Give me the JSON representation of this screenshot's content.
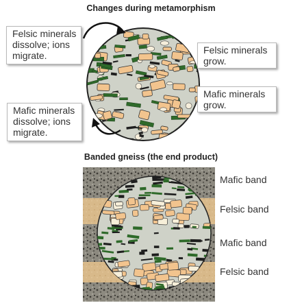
{
  "titles": {
    "top": "Changes during metamorphism",
    "bottom": "Banded gneiss (the end product)"
  },
  "callouts": {
    "felsic_dissolve": [
      "Felsic minerals",
      "dissolve; ions",
      "migrate."
    ],
    "felsic_grow": [
      "Felsic minerals",
      "grow."
    ],
    "mafic_grow": [
      "Mafic minerals",
      "grow."
    ],
    "mafic_dissolve": [
      "Mafic minerals",
      "dissolve; ions",
      "migrate."
    ]
  },
  "bands": [
    "Mafic band",
    "Felsic band",
    "Mafic band",
    "Felsic band"
  ],
  "colors": {
    "felsic": "#f2c48e",
    "felsic_band": "#d8b98a",
    "mafic_green": "#2f6a2a",
    "dark_mineral": "#1e1e1e",
    "matrix": "#cfd2c8",
    "mafic_band": "#8d8a80"
  },
  "icons": [
    "curved-arrow-icon"
  ]
}
